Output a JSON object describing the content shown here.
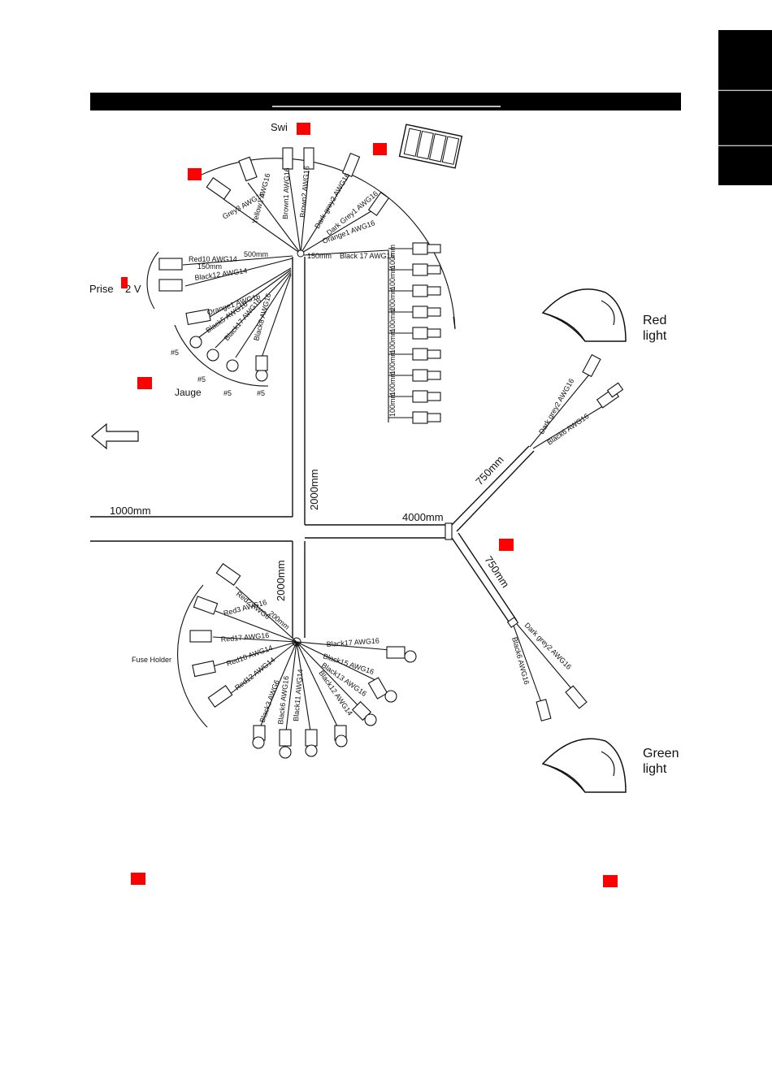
{
  "colors": {
    "marker": "#ff0000",
    "bar": "#000000",
    "line": "#111111"
  },
  "labels": {
    "switch": "Swi",
    "prise": "Prise",
    "prise_v": "2  V",
    "jauge": "Jauge",
    "red_light_1": "Red",
    "red_light_2": "light",
    "green_light_1": "Green",
    "green_light_2": "light",
    "fuse_holder": "Fuse Holder",
    "len_1000": "1000mm",
    "len_2000_top": "2000mm",
    "len_2000_bottom": "2000mm",
    "len_4000": "4000mm",
    "len_750_top": "750mm",
    "len_750_bottom": "750mm",
    "arrow_icon": "left-arrow-icon"
  },
  "switch_wires": [
    "Yellow1  AWG16",
    "Brown1  AWG16",
    "Brown2  AWG16",
    "Dark grey2  AWG16",
    "Dark Grey1  AWG16",
    "Orange1  AWG16",
    "Grey3  AWG16"
  ],
  "prise_wires": [
    "Red10  AWG14",
    "Black12  AWG14"
  ],
  "black17_top": "Black 17  AWG16",
  "black17_segments": [
    "100mm",
    "100mm",
    "200mm",
    "100mm",
    "100mm",
    "100mm",
    "100mm",
    "100mm"
  ],
  "gauge_wires": [
    "Orange1  AWG16",
    "Black5  AWG16",
    "Black17  AWG16",
    "Black8  AWG16"
  ],
  "gauge_tags": [
    "#5",
    "#5",
    "#5",
    "#5"
  ],
  "red_light_wires": [
    "Dark  grey2  AWG16",
    "Black6  AWG16"
  ],
  "green_light_wires": [
    "Dark  grey2  AWG16",
    "Black6  AWG16"
  ],
  "fuse_wires": [
    "Red2  AWG6",
    "Red3  AWG16",
    "Red17  AWG16",
    "Red10  AWG14",
    "Red12  AWG14"
  ],
  "ground_wires": [
    "Black17  AWG16",
    "Black15  AWG16",
    "Black13  AWG16",
    "Black12  AWG14",
    "Black11  AWG14",
    "Black6  AWG16",
    "Black3  AWG6"
  ],
  "fuse_lengths": {
    "l200_a": "200mm",
    "l200_b": "200mm"
  },
  "side_tabs": [
    "",
    "",
    ""
  ]
}
